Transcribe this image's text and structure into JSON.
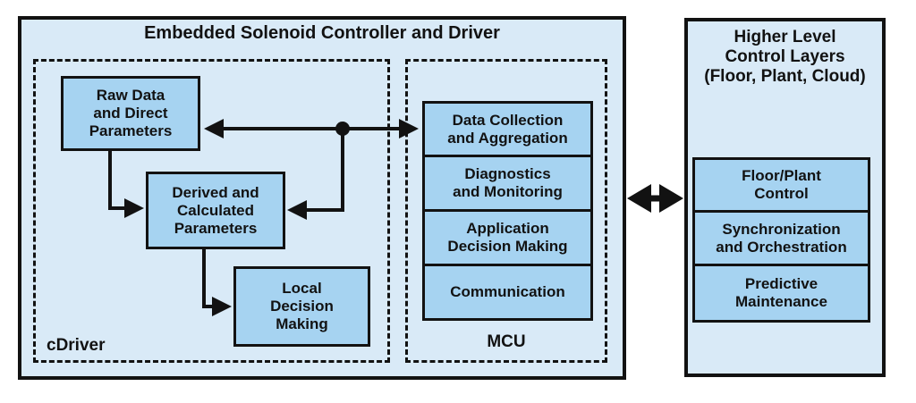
{
  "colors": {
    "background": "#ffffff",
    "panel_fill": "#d9eaf7",
    "box_fill": "#a6d3f1",
    "line_and_text": "#121212"
  },
  "main_unit": {
    "title": "Embedded Solenoid Controller and Driver",
    "cdriver": {
      "label": "cDriver",
      "raw_data_box": "Raw Data\nand Direct\nParameters",
      "derived_box": "Derived and\nCalculated\nParameters",
      "local_decision_box": "Local\nDecision\nMaking"
    },
    "mcu": {
      "label": "MCU",
      "boxes": [
        "Data Collection\nand Aggregation",
        "Diagnostics\nand Monitoring",
        "Application\nDecision Making",
        "Communication"
      ]
    }
  },
  "higher_level": {
    "title": "Higher Level\nControl Layers\n(Floor, Plant, Cloud)",
    "boxes": [
      "Floor/Plant\nControl",
      "Synchronization\nand Orchestration",
      "Predictive\nMaintenance"
    ]
  }
}
